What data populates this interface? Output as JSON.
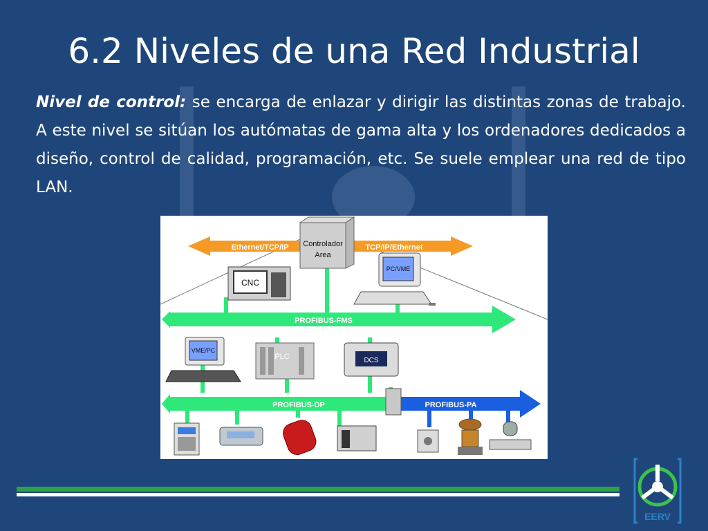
{
  "slide": {
    "title": "6.2 Niveles de una Red Industrial",
    "paragraph_lead": "Nivel de control:",
    "paragraph_body": " se encarga de enlazar y dirigir las distintas zonas de trabajo. A este nivel se sitúan los autómatas de gama alta y los ordenadores dedicados a diseño, control de calidad, programación, etc. Se suele emplear una red de tipo LAN."
  },
  "diagram": {
    "ethernet_left": "Ethernet/TCP/IP",
    "ethernet_right": "TCP/IP/Ethernet",
    "controller_line1": "Controlador",
    "controller_line2": "Area",
    "cnc": "CNC",
    "pcvme": "PC/VME",
    "fms": "PROFIBUS-FMS",
    "vmepc": "VME/PC",
    "plc": "PLC",
    "dcs": "DCS",
    "dp": "PROFIBUS-DP",
    "pa": "PROFIBUS-PA"
  },
  "logo": {
    "text": "EERV"
  },
  "colors": {
    "background": "#1f467a",
    "orange": "#f59a24",
    "green": "#2ee87a",
    "blue": "#1a5fe0",
    "stripe": "#2ea04a"
  }
}
